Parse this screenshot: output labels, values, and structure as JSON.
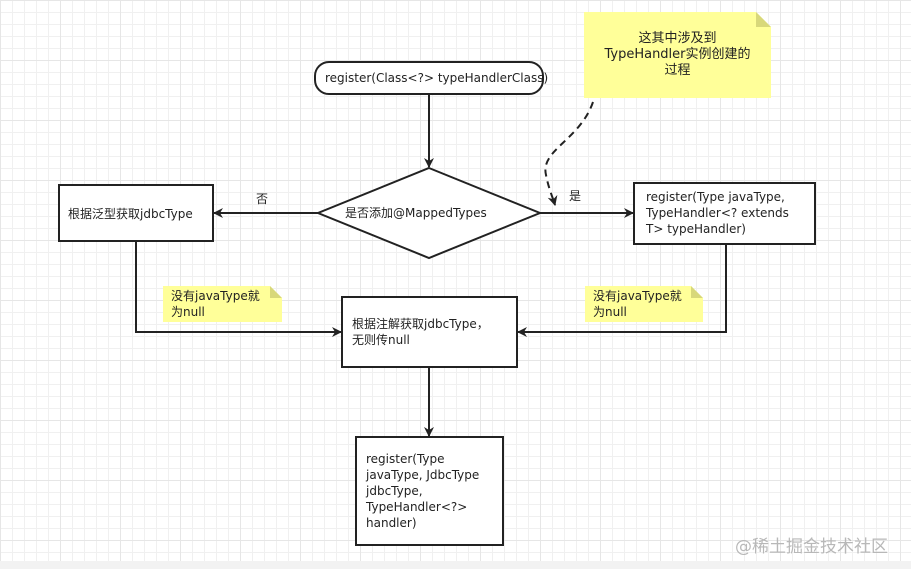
{
  "nodes": {
    "start": "register(Class<?> typeHandlerClass)",
    "decision": "是否添加@MappedTypes",
    "left_box": "根据泛型获取jdbcType",
    "right_box": "register(Type javaType,\nTypeHandler<? extends\nT> typeHandler)",
    "middle_box": "根据注解获取jdbcType，\n无则传null",
    "bottom_box": "register(Type\njavaType, JdbcType\njdbcType,\nTypeHandler<?>\nhandler)"
  },
  "edges": {
    "no_label": "否",
    "yes_label": "是"
  },
  "notes": {
    "top": "这其中涉及到\nTypeHandler实例创建的\n过程",
    "left": "没有javaType就\n为null",
    "right": "没有javaType就\n为null"
  },
  "watermark": "@稀土掘金技术社区",
  "colors": {
    "note": "#ffff99",
    "stroke": "#222222"
  }
}
